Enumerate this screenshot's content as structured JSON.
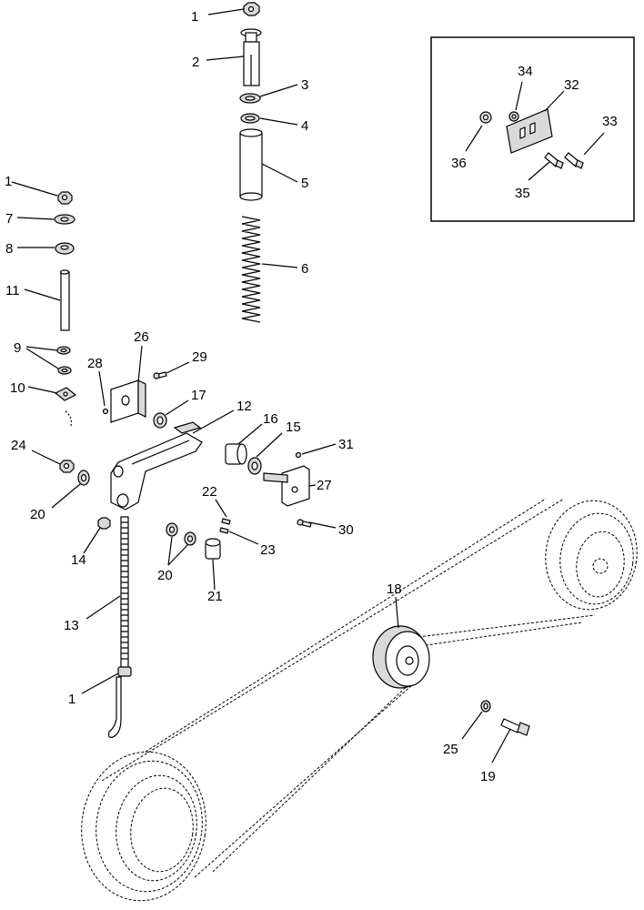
{
  "labels": {
    "l1a": "1",
    "l2": "2",
    "l3": "3",
    "l4": "4",
    "l5": "5",
    "l6": "6",
    "l1b": "1",
    "l7": "7",
    "l8": "8",
    "l11": "11",
    "l9": "9",
    "l10": "10",
    "l26": "26",
    "l29": "29",
    "l28": "28",
    "l17": "17",
    "l12": "12",
    "l16": "16",
    "l15": "15",
    "l31": "31",
    "l24": "24",
    "l27": "27",
    "l20a": "20",
    "l22": "22",
    "l14": "14",
    "l20b": "20",
    "l23": "23",
    "l30": "30",
    "l21": "21",
    "l13": "13",
    "l18": "18",
    "l1c": "1",
    "l25": "25",
    "l19": "19",
    "l34": "34",
    "l32": "32",
    "l33": "33",
    "l36": "36",
    "l35": "35"
  }
}
